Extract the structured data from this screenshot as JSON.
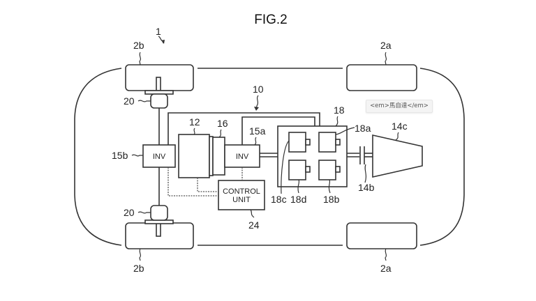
{
  "figure": {
    "title": "FIG.2"
  },
  "labels": {
    "vehicle": "1",
    "front_wheel_top": "2b",
    "front_wheel_bottom": "2b",
    "rear_wheel_top": "2a",
    "rear_wheel_bottom": "2a",
    "hub_top": "20",
    "hub_bottom": "20",
    "system": "10",
    "motor": "12",
    "component_16": "16",
    "inverter_a": "15a",
    "inverter_b": "15b",
    "battery_pack": "18",
    "cell_a": "18a",
    "cell_b": "18b",
    "cell_c": "18c",
    "cell_d": "18d",
    "clutch": "14b",
    "engine": "14c",
    "control_unit": "24"
  },
  "blocks": {
    "inv_b_text": "INV",
    "inv_a_text": "INV",
    "control_unit_line1": "CONTROL",
    "control_unit_line2": "UNIT"
  },
  "tooltip": {
    "text": "<em>馬自達</em>"
  }
}
